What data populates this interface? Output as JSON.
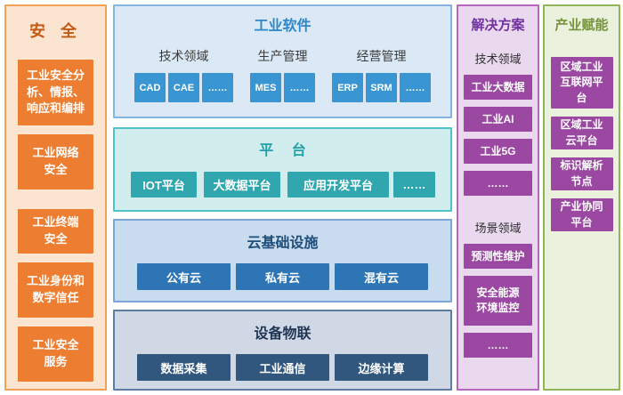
{
  "security": {
    "title": "安 全",
    "items": [
      "工业安全分\n析、情报、\n响应和编排",
      "工业网络\n安全",
      "工业终端\n安全",
      "工业身份和\n数字信任",
      "工业安全\n服务"
    ]
  },
  "software": {
    "title": "工业软件",
    "groups": [
      {
        "header": "技术领域",
        "chips": [
          "CAD",
          "CAE",
          "……"
        ]
      },
      {
        "header": "生产管理",
        "chips": [
          "MES",
          "……"
        ]
      },
      {
        "header": "经营管理",
        "chips": [
          "ERP",
          "SRM",
          "……"
        ]
      }
    ]
  },
  "platform": {
    "title": "平 台",
    "items": [
      "IOT平台",
      "大数据平台",
      "应用开发平台",
      "……"
    ]
  },
  "cloud": {
    "title": "云基础设施",
    "items": [
      "公有云",
      "私有云",
      "混有云"
    ]
  },
  "device": {
    "title": "设备物联",
    "items": [
      "数据采集",
      "工业通信",
      "边缘计算"
    ]
  },
  "solutions": {
    "title": "解决方案",
    "sections": [
      {
        "header": "技术领域",
        "items": [
          "工业大数据",
          "工业AI",
          "工业5G",
          "……"
        ]
      },
      {
        "header": "场景领域",
        "items": [
          "预测性维护",
          "安全能源\n环境监控",
          "……"
        ]
      }
    ]
  },
  "industry": {
    "title": "产业赋能",
    "items": [
      "区域工业\n互联网平\n台",
      "区域工业\n云平台",
      "标识解析\n节点",
      "产业协同\n平台"
    ]
  },
  "colors": {
    "security_accent": "#ed7d31",
    "security_title": "#c45911",
    "software_accent": "#3a96d2",
    "platform_accent": "#30a7ae",
    "cloud_accent": "#2e75b6",
    "device_accent": "#31577e",
    "solutions_accent": "#9a48a2",
    "solutions_title": "#7030a0",
    "industry_title": "#76933c"
  }
}
